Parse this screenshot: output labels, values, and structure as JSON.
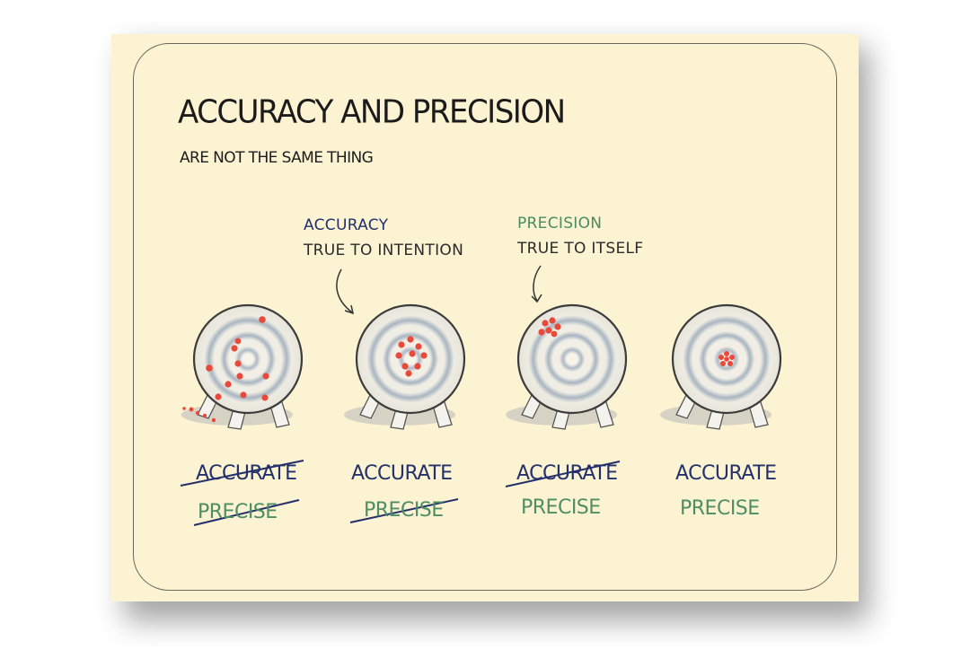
{
  "title": "ACCURACY AND PRECISION",
  "subtitle": "ARE NOT THE SAME THING",
  "annotations": {
    "accuracy": {
      "heading": "ACCURACY",
      "text": "TRUE TO INTENTION"
    },
    "precision": {
      "heading": "PRECISION",
      "text": "TRUE TO ITSELF"
    }
  },
  "targets": [
    {
      "accurate_label": "ACCURATE",
      "precise_label": "PRECISE",
      "accurate": false,
      "precise": false
    },
    {
      "accurate_label": "ACCURATE",
      "precise_label": "PRECISE",
      "accurate": true,
      "precise": false
    },
    {
      "accurate_label": "ACCURATE",
      "precise_label": "PRECISE",
      "accurate": false,
      "precise": true
    },
    {
      "accurate_label": "ACCURATE",
      "precise_label": "PRECISE",
      "accurate": true,
      "precise": true
    }
  ],
  "colors": {
    "accuracy": "#23306c",
    "precision": "#4f8e64",
    "hits": "#e8493b",
    "card": "#fbf3d2"
  }
}
